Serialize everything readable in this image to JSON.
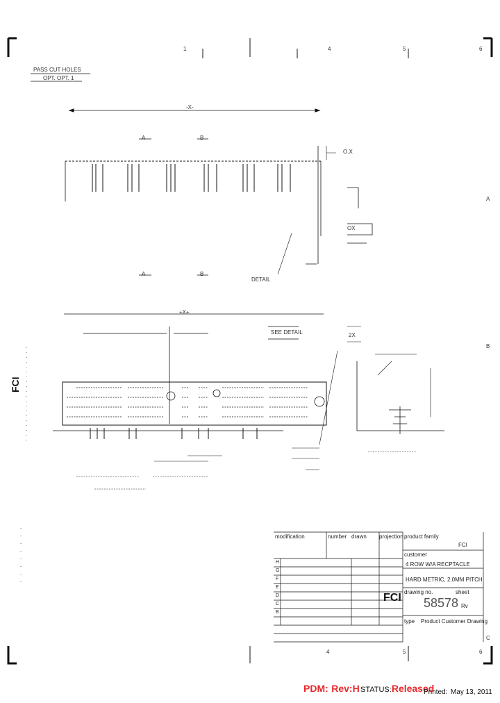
{
  "drawing": {
    "zone_cols_top": [
      "1",
      "4",
      "5",
      "6"
    ],
    "zone_cols_bottom": [
      "4",
      "5",
      "6"
    ],
    "zone_rows_right": [
      "A",
      "B",
      "C"
    ],
    "note_header": "PASS CUT HOLES",
    "note_sub": "OPT. OPT. 1",
    "section_labels": [
      "A",
      "B",
      "A",
      "B"
    ],
    "dim_labels": [
      "-X-",
      "+X+",
      "O.X",
      "OX",
      "2X"
    ],
    "detail_marks": [
      "DETAIL",
      "SEE DETAIL"
    ]
  },
  "logo": {
    "side": "FCI",
    "title_block": "FCI"
  },
  "title_block": {
    "cells": {
      "modification": "modification",
      "number": "number",
      "drawn": "drawn",
      "projection": "projection",
      "product_family": "product family",
      "family_value": "FCI",
      "customer": "customer",
      "desc_1": "4 ROW W/A RECPTACLE",
      "desc_2": "HARD METRIC, 2.0MM PITCH",
      "drawing_no_label": "drawing no.",
      "sheet_label": "sheet",
      "drawing_no": "58578",
      "drawing_no_suffix": "Rv",
      "type_label": "type",
      "type_value": "Product Customer Drawing"
    },
    "rev_rows": [
      "H",
      "G",
      "F",
      "E",
      "D",
      "C",
      "B"
    ]
  },
  "status_bar": {
    "pdm_label": "PDM:",
    "rev_label": "Rev:",
    "rev_value": "H",
    "status_label": "STATUS:",
    "status_value": "Released",
    "printed_label": "Printed:",
    "printed_date": "May 13, 2011"
  }
}
